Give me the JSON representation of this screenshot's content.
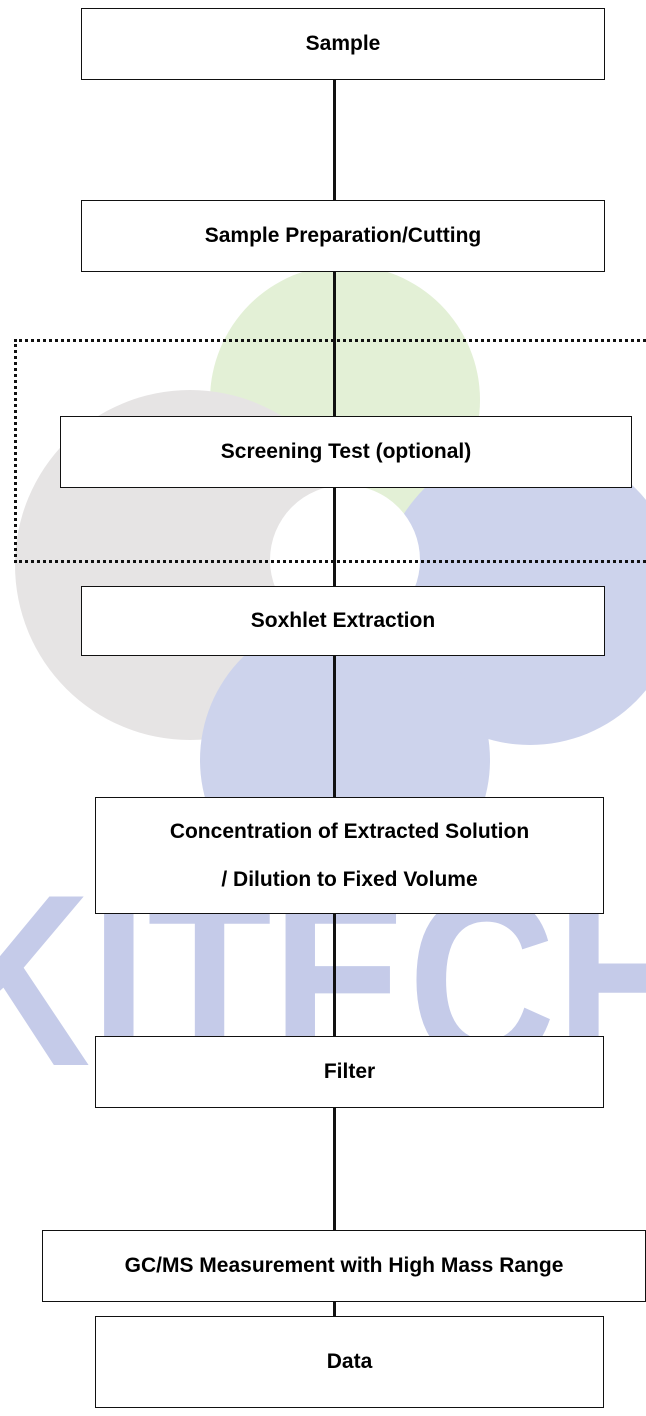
{
  "watermark": {
    "text": "KITECH",
    "colors": {
      "green": "#e3f0d6",
      "gray": "#e6e4e4",
      "blue": "#cdd3ec",
      "text": "#c5cbe9"
    }
  },
  "steps": [
    {
      "id": "sample",
      "lines": [
        "Sample"
      ]
    },
    {
      "id": "prep",
      "lines": [
        "Sample Preparation/Cutting"
      ]
    },
    {
      "id": "screening",
      "lines": [
        "Screening Test (optional)"
      ],
      "optional": true
    },
    {
      "id": "soxhlet",
      "lines": [
        "Soxhlet Extraction"
      ]
    },
    {
      "id": "concentration",
      "lines": [
        "Concentration of Extracted Solution",
        "/ Dilution to Fixed Volume"
      ]
    },
    {
      "id": "filter",
      "lines": [
        "Filter"
      ]
    },
    {
      "id": "gcms",
      "lines": [
        "GC/MS Measurement with High Mass Range"
      ]
    },
    {
      "id": "data",
      "lines": [
        "Data"
      ]
    }
  ]
}
